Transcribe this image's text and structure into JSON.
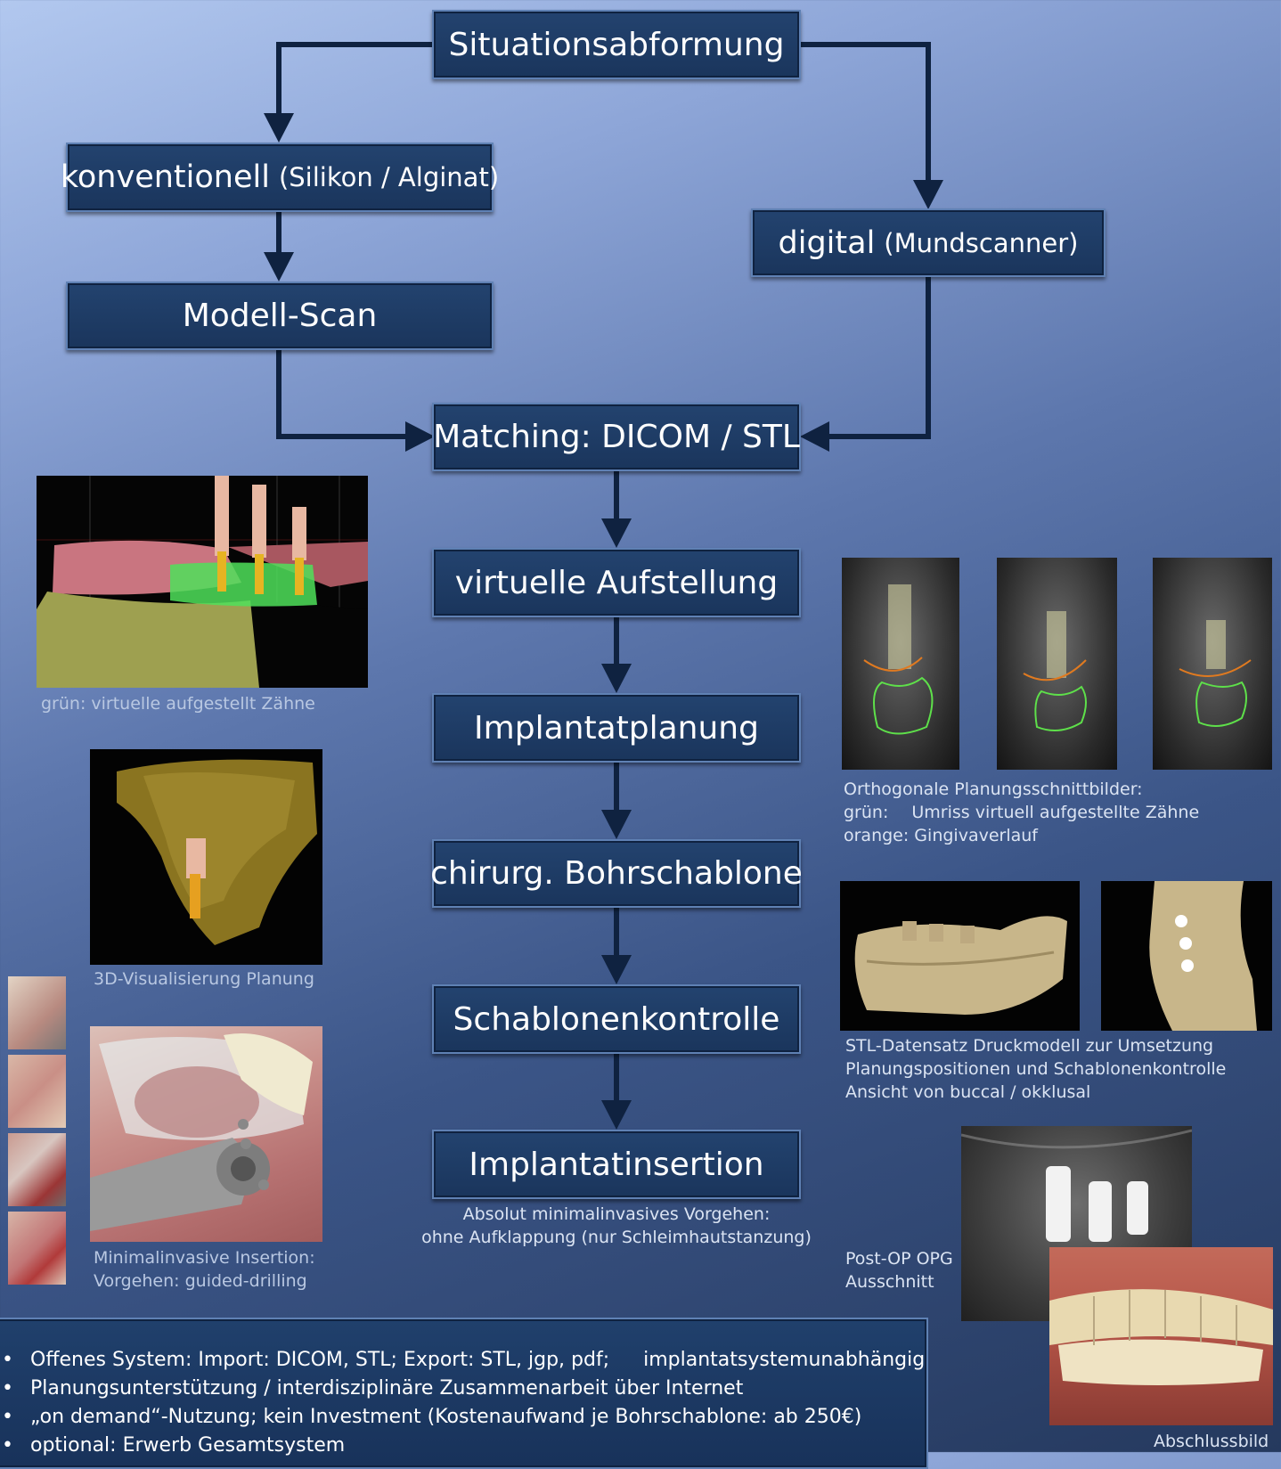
{
  "flow": {
    "situationsabformung": "Situationsabformung",
    "konventionell": "konventionell",
    "konventionell_sub": "(Silikon / Alginat)",
    "digital": "digital",
    "digital_sub": "(Mundscanner)",
    "modell_scan": "Modell-Scan",
    "matching": "Matching: DICOM / STL",
    "virtuelle_aufstellung": "virtuelle Aufstellung",
    "implantatplanung": "Implantatplanung",
    "bohrschablone": "chirurg. Bohrschablone",
    "schablonenkontrolle": "Schablonenkontrolle",
    "implantatinsertion": "Implantatinsertion"
  },
  "captions": {
    "gruen": "grün: virtuelle aufgestellt Zähne",
    "visualisierung": "3D-Visualisierung Planung",
    "insertion_1": "Minimalinvasive Insertion:",
    "insertion_2": "Vorgehen: guided-drilling",
    "vorgehen_1": "Absolut minimalinvasives Vorgehen:",
    "vorgehen_2": "ohne Aufklappung (nur Schleimhautstanzung)",
    "ortho_1": "Orthogonale Planungsschnittbilder:",
    "ortho_2a": "grün:",
    "ortho_2b": "Umriss virtuell aufgestellte Zähne",
    "ortho_3": "orange: Gingivaverlauf",
    "stl_1": "STL-Datensatz Druckmodell zur Umsetzung",
    "stl_2": "Planungspositionen und Schablonenkontrolle",
    "stl_3": "Ansicht von buccal / okklusal",
    "postop_1": "Post-OP OPG",
    "postop_2": "Ausschnitt",
    "abschluss": "Abschlussbild"
  },
  "info": {
    "line1a": "Offenes System: Import: DICOM, STL; Export: STL, jgp, pdf;",
    "line1b": "implantatsystemunabhängig",
    "line2": "Planungsunterstützung / interdisziplinäre Zusammenarbeit über Internet",
    "line3": "„on demand“-Nutzung; kein Investment (Kostenaufwand je Bohrschablone: ab 250€)",
    "line4": "optional: Erwerb Gesamtsystem"
  },
  "colors": {
    "box_fill": "#1c385f",
    "box_border": "#5f81b4",
    "arrow": "#0f2240",
    "caption": "#dbe4f3"
  }
}
